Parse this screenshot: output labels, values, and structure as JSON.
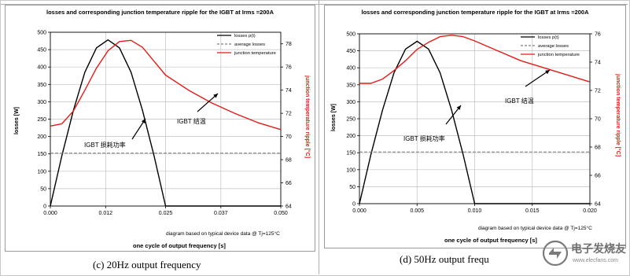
{
  "panel_c": {
    "title": "losses and corresponding junction temperature ripple for the IGBT at Irms =200A",
    "note": "diagram based on typical device data @ Tj=125°C",
    "caption": "(c)  20Hz output frequency"
  },
  "panel_d": {
    "title": "losses and corresponding junction temperature ripple for the IGBT at Irms =200A",
    "note": "diagram based on typical device data @ Tj=125°C",
    "caption": "(d)  50Hz output frequ"
  },
  "watermark": {
    "text": "电子发烧友",
    "sub": "www.elecfans.com"
  },
  "colors": {
    "losses": "#000000",
    "average": "#7f7f7f",
    "temperature": "#e41b17",
    "grid": "#c0c0c0",
    "plot_bg": "#ffffff"
  },
  "chart_data": [
    {
      "type": "line",
      "title": "losses and corresponding junction temperature ripple for the IGBT at Irms =200A",
      "xlabel": "one cycle of output frequency [s]",
      "ylabel": "losses [W]",
      "y2label": "junction temperature ripple [°C]",
      "xlim": [
        0,
        0.05
      ],
      "ylim": [
        0,
        500
      ],
      "y2lim": [
        64,
        79
      ],
      "xticks": [
        "0.000",
        "0.012",
        "0.025",
        "0.037",
        "0.050"
      ],
      "yticks": [
        "0",
        "50",
        "100",
        "150",
        "200",
        "250",
        "300",
        "350",
        "400",
        "450",
        "500"
      ],
      "y2ticks": [
        "64",
        "66",
        "68",
        "70",
        "72",
        "74",
        "76",
        "78"
      ],
      "legend": [
        "losses p(t)",
        "average losses",
        "junction temperature"
      ],
      "legend_position": "top-left",
      "grid": true,
      "annotations": [
        "IGBT 损耗功率",
        "IGBT 结温"
      ],
      "series": [
        {
          "name": "losses p(t)",
          "axis": "left",
          "x": [
            0,
            0.0025,
            0.005,
            0.0075,
            0.01,
            0.0125,
            0.015,
            0.0175,
            0.02,
            0.0225,
            0.025,
            0.03,
            0.035,
            0.04,
            0.045,
            0.05
          ],
          "y": [
            0,
            145,
            275,
            385,
            455,
            478,
            455,
            385,
            275,
            145,
            0,
            0,
            0,
            0,
            0,
            0
          ]
        },
        {
          "name": "average losses",
          "axis": "left",
          "x": [
            0,
            0.05
          ],
          "y": [
            152,
            152
          ]
        },
        {
          "name": "junction temperature",
          "axis": "right",
          "x": [
            0,
            0.0025,
            0.005,
            0.0075,
            0.01,
            0.0125,
            0.015,
            0.0175,
            0.02,
            0.0225,
            0.025,
            0.03,
            0.035,
            0.04,
            0.045,
            0.05
          ],
          "y": [
            70.9,
            71.1,
            72.2,
            74.0,
            75.9,
            77.4,
            78.2,
            78.3,
            77.7,
            76.5,
            75.3,
            74.0,
            72.9,
            72.0,
            71.2,
            70.6
          ]
        }
      ]
    },
    {
      "type": "line",
      "title": "losses and corresponding junction temperature ripple for the IGBT at Irms =200A",
      "xlabel": "one cycle of output frequency [s]",
      "ylabel": "losses [W]",
      "y2label": "junction temperature ripple [°C]",
      "xlim": [
        0,
        0.02
      ],
      "ylim": [
        0,
        500
      ],
      "y2lim": [
        64,
        76
      ],
      "xticks": [
        "0.000",
        "0.005",
        "0.010",
        "0.015",
        "0.020"
      ],
      "yticks": [
        "0",
        "50",
        "100",
        "150",
        "200",
        "250",
        "300",
        "350",
        "400",
        "450",
        "500"
      ],
      "y2ticks": [
        "64",
        "66",
        "68",
        "70",
        "72",
        "74",
        "76"
      ],
      "legend": [
        "losses p(t)",
        "average losses",
        "junction temperature"
      ],
      "legend_position": "top-left",
      "grid": true,
      "annotations": [
        "IGBT 损耗功率",
        "IGBT 结温"
      ],
      "series": [
        {
          "name": "losses p(t)",
          "axis": "left",
          "x": [
            0,
            0.001,
            0.002,
            0.003,
            0.004,
            0.005,
            0.006,
            0.007,
            0.008,
            0.009,
            0.01,
            0.012,
            0.014,
            0.016,
            0.018,
            0.02
          ],
          "y": [
            0,
            145,
            275,
            385,
            455,
            478,
            455,
            385,
            275,
            145,
            0,
            0,
            0,
            0,
            0,
            0
          ]
        },
        {
          "name": "average losses",
          "axis": "left",
          "x": [
            0,
            0.02
          ],
          "y": [
            152,
            152
          ]
        },
        {
          "name": "junction temperature",
          "axis": "right",
          "x": [
            0,
            0.001,
            0.002,
            0.003,
            0.004,
            0.005,
            0.006,
            0.007,
            0.008,
            0.009,
            0.01,
            0.012,
            0.014,
            0.016,
            0.018,
            0.02
          ],
          "y": [
            72.5,
            72.5,
            72.8,
            73.4,
            74.1,
            74.9,
            75.4,
            75.8,
            75.9,
            75.8,
            75.5,
            74.8,
            74.1,
            73.6,
            73.1,
            72.6
          ]
        }
      ]
    }
  ]
}
